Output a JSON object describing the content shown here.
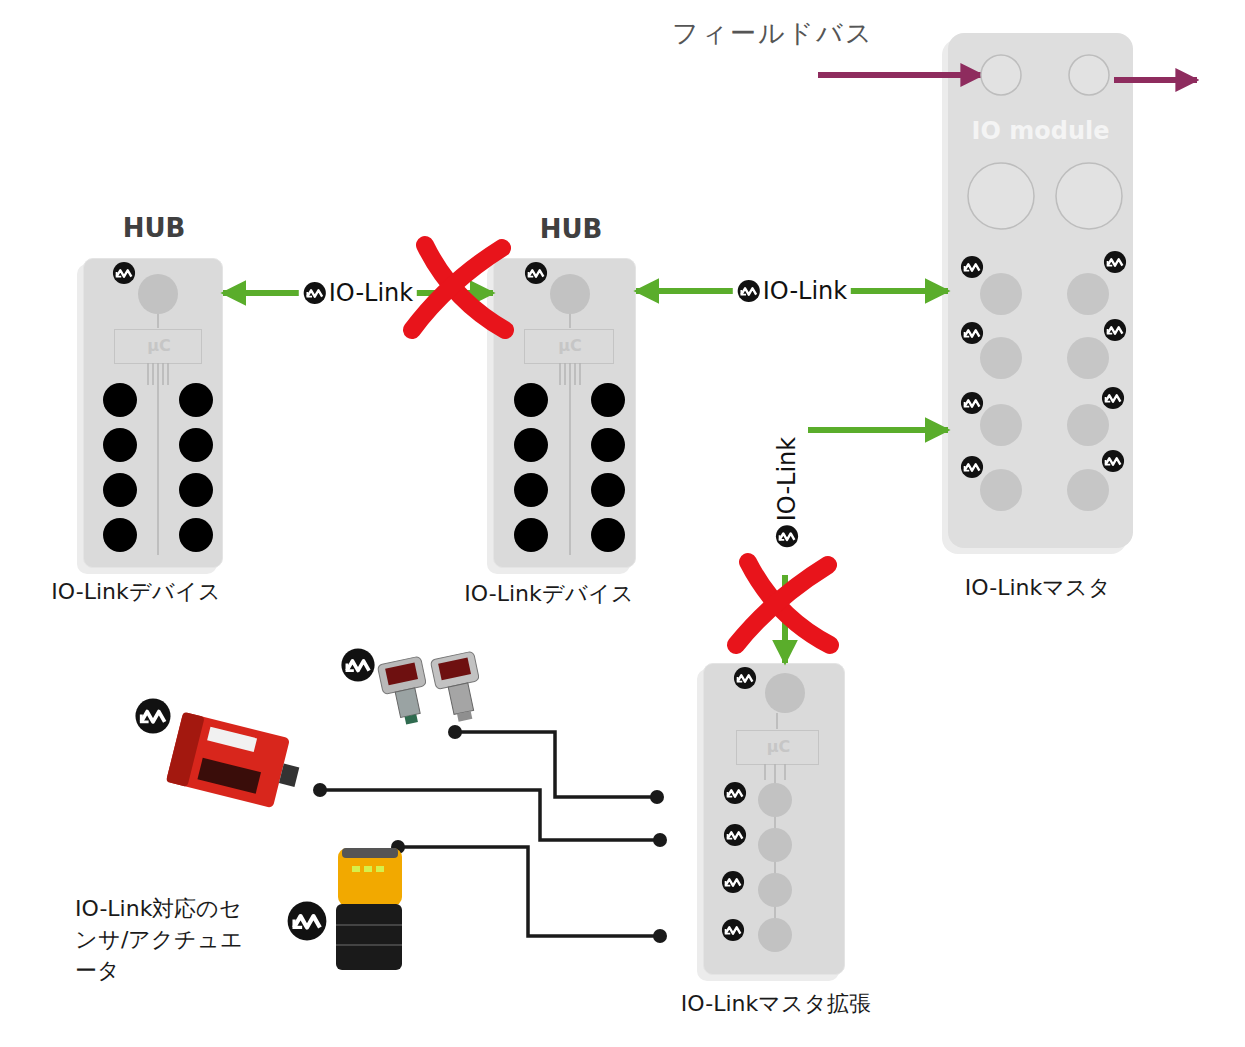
{
  "diagram": {
    "nodes": [
      {
        "text": [
          "HUB",
          "IO-Linkデバイス"
        ]
      },
      {
        "text": [
          "μC"
        ],
        "in": 0
      },
      {
        "text": [
          "HUB",
          "IO-Linkデバイス"
        ]
      },
      {
        "text": [
          "μC"
        ],
        "in": 2
      },
      {
        "text": [
          "IO module",
          "IO-Linkマスタ"
        ]
      },
      {
        "text": [
          "IO-Linkマスタ拡張"
        ]
      },
      {
        "text": [
          "μC"
        ],
        "in": 5
      }
    ],
    "edges": [
      {
        "from": 0,
        "to": 2,
        "label": "IO-Link",
        "arrow": "both"
      },
      {
        "from": 2,
        "to": 4,
        "label": "IO-Link",
        "arrow": "both"
      },
      {
        "from": 4,
        "to": 5,
        "label": "IO-Link",
        "arrow": "both"
      }
    ],
    "labels": [
      "フィールドバス",
      "IO-Link対応のセンサ/アクチュエータ"
    ]
  }
}
